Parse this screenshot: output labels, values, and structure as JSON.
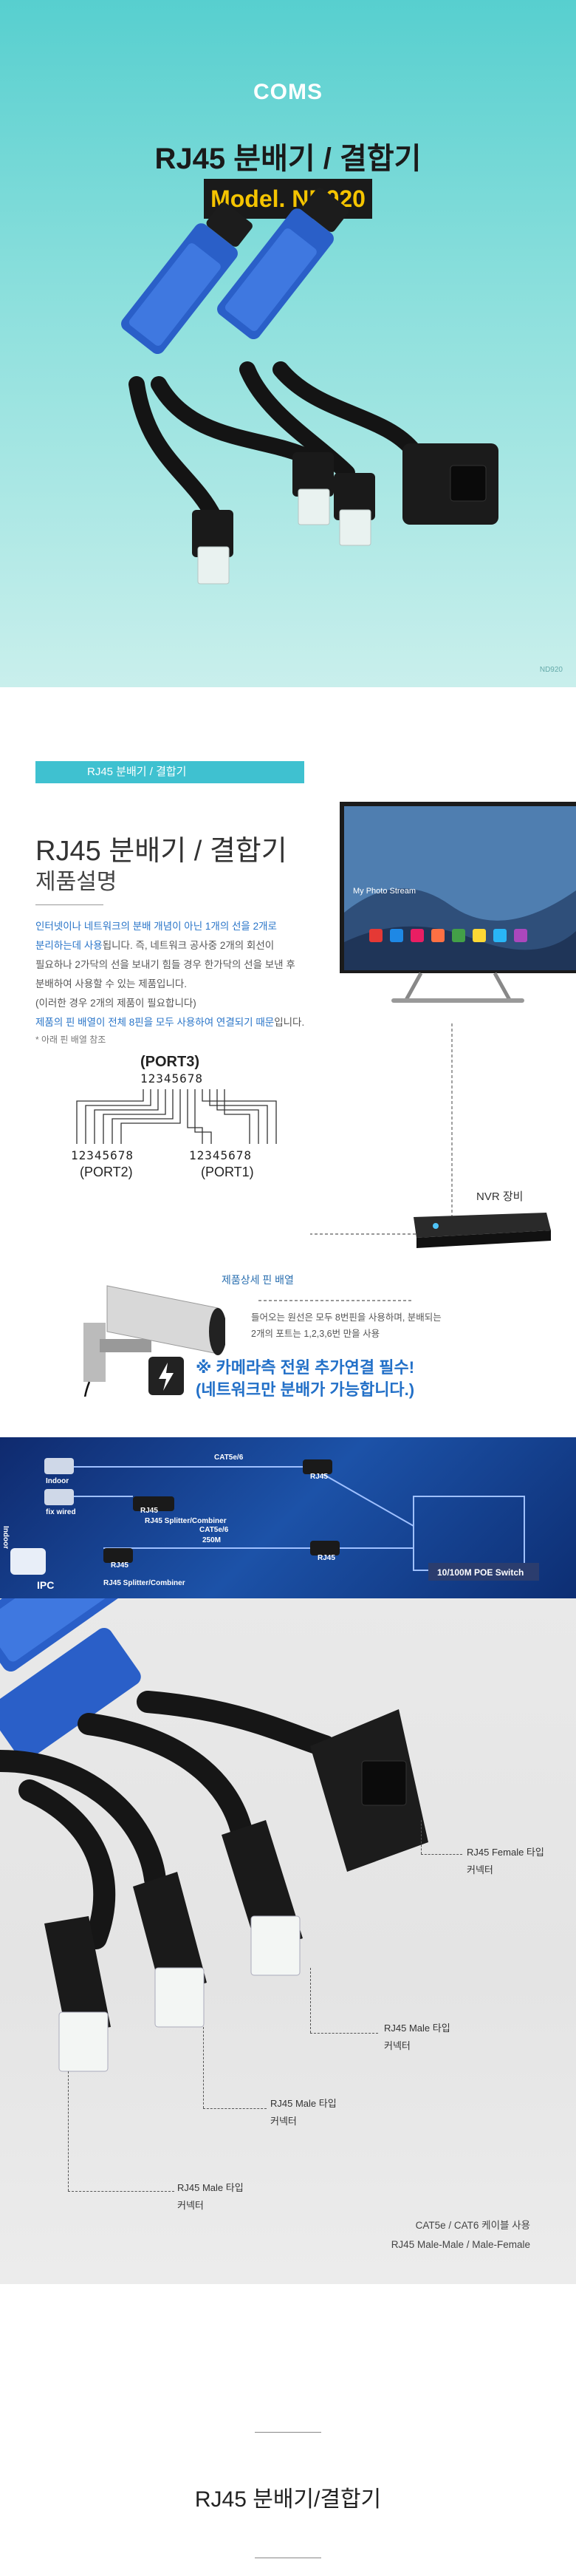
{
  "hero": {
    "brand": "COMS",
    "title": "RJ45 분배기 / 결합기",
    "model": "Model. ND920",
    "code": "ND920"
  },
  "desc": {
    "tab_label": "RJ45 분배기 / 결합기",
    "title": "RJ45 분배기 / 결합기",
    "subtitle": "제품설명",
    "p1_blue": "인터넷이나 네트워크의 분배 개념이 아닌 1개의 선을 2개로",
    "p2_blue": "분리하는데 사용",
    "p2_rest": "됩니다.  즉, 네트워크 공사중 2개의 회선이",
    "p3": "필요하나 2가닥의 선을 보내기 힘들 경우 한가닥의 선을 보낸 후",
    "p4": "분배하여 사용할 수 있는 제품입니다.",
    "p5": "(이러한 경우 2개의 제품이 필요합니다)",
    "p6_blue": "제품의 핀 배열이 전체 8핀을 모두 사용하여 연결되기 때문",
    "p6_rest": "입니다.",
    "note": "* 아래 핀 배열 참조",
    "port3_label": "(PORT3)",
    "port2_label": "(PORT2)",
    "port1_label": "(PORT1)",
    "pins": "12345678",
    "pin_tag": "제품상세 핀 배열",
    "pin_desc_1": "들어오는 원선은 모두 8번핀을 사용하며, 분배되는",
    "pin_desc_2": "2개의 포트는 1,2,3,6번 만을 사용",
    "nvr_label": "NVR 장비",
    "tv_title": "My Photo Stream",
    "warn_1": "※ 카메라측 전원 추가연결 필수!",
    "warn_2": "(네트워크만 분배가 가능합니다.)"
  },
  "banner": {
    "splitter_1": "RJ45 Splitter/Combiner",
    "splitter_2": "RJ45 Splitter/Combiner",
    "cat_1": "CAT5e/6",
    "cat_2": "CAT5e/6",
    "dist": "250M",
    "ipc": "IPC",
    "switch": "10/100M POE Switch",
    "rj45_a": "RJ45",
    "rj45_b": "RJ45",
    "rj45_c": "RJ45",
    "rj45_d": "RJ45",
    "side": "Indoor",
    "cam_1": "Indoor",
    "cam_2": "fix wired"
  },
  "detail": {
    "female_1": "RJ45 Female 타입",
    "female_2": "커넥터",
    "male_a1": "RJ45 Male 타입",
    "male_a2": "커넥터",
    "male_b1": "RJ45 Male 타입",
    "male_b2": "커넥터",
    "male_c1": "RJ45 Male 타입",
    "male_c2": "커넥터",
    "cat_note_1": "CAT5e / CAT6 케이블 사용",
    "cat_note_2": "RJ45 Male-Male / Male-Female"
  },
  "footer": {
    "title": "RJ45 분배기/결합기"
  },
  "colors": {
    "hero_bg": "#5fd0cf",
    "model_text": "#f5c400",
    "tab_bg": "#3fc1d0",
    "accent_blue": "#2874c8",
    "adapter_blue": "#2a5fc8"
  }
}
